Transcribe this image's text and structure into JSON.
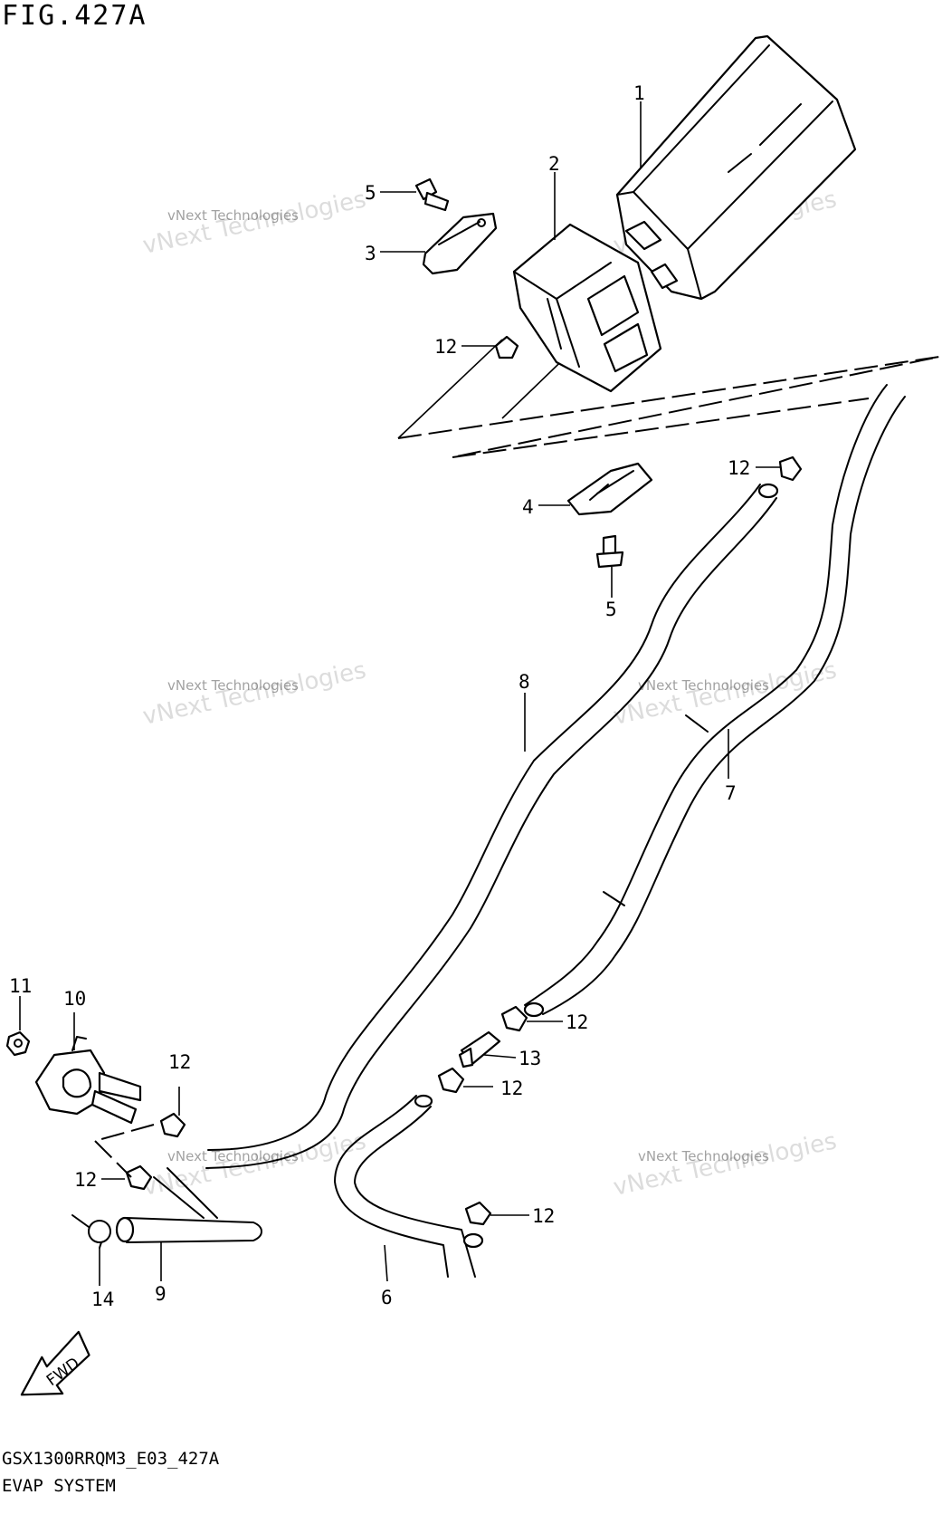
{
  "figure": {
    "title": "FIG.427A",
    "model_code": "GSX1300RRQM3_E03_427A",
    "section_name": "EVAP SYSTEM"
  },
  "callouts": [
    "1",
    "2",
    "3",
    "4",
    "5",
    "5",
    "6",
    "7",
    "8",
    "9",
    "10",
    "11",
    "12",
    "12",
    "12",
    "12",
    "12",
    "12",
    "12",
    "13",
    "14"
  ],
  "watermark": {
    "line1": "vNext Technologies",
    "line2": "vNext Technologies"
  },
  "fwd_label": "FWD"
}
